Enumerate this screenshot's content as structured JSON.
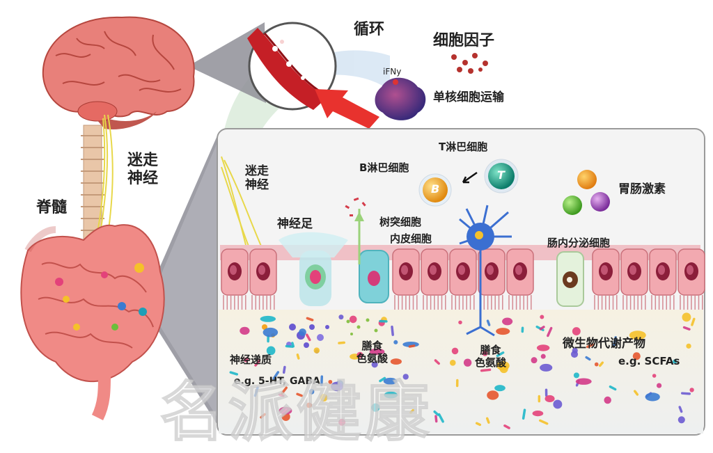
{
  "labels": {
    "circulation": "循环",
    "cytokines": "细胞因子",
    "ifng": "iFNy",
    "monocyte_transport": "单核细胞运输",
    "vagus_nerve_left_1": "迷走",
    "vagus_nerve_left_2": "神经",
    "spinal_cord": "脊髓",
    "vagus_nerve_inner_1": "迷走",
    "vagus_nerve_inner_2": "神经",
    "t_lymphocyte": "T淋巴细胞",
    "b_lymphocyte": "B淋巴细胞",
    "gi_hormones": "胃肠激素",
    "neuropod": "神经足",
    "dendritic_cell": "树突细胞",
    "endothelial_cell": "内皮细胞",
    "enteroendocrine_cell": "肠内分泌细胞",
    "neurotransmitters": "神经递质",
    "neurotransmitter_examples": "e.g. 5-HT, GABA",
    "dietary_tryptophan_1a": "膳食",
    "dietary_tryptophan_1b": "色氨酸",
    "dietary_tryptophan_2a": "膳食",
    "dietary_tryptophan_2b": "色氨酸",
    "microbial_metabolites": "微生物代谢产物",
    "metabolite_examples": "e.g. SCFAs",
    "b_letter": "B",
    "t_letter": "T",
    "watermark": "名派健康"
  },
  "colors": {
    "brain": "#e8807a",
    "intestine": "#f08a86",
    "epithelium": "#f2a9b0",
    "nucleus": "#8b1e3a",
    "panel_border": "#9a9a9a",
    "panel_bg": "#f4f4f4",
    "lumen": "#f7f1e1",
    "b_cell": "#f5a623",
    "t_cell": "#1aa38a",
    "nerve": "#e8d84a",
    "arrow_red": "#e8322e"
  }
}
